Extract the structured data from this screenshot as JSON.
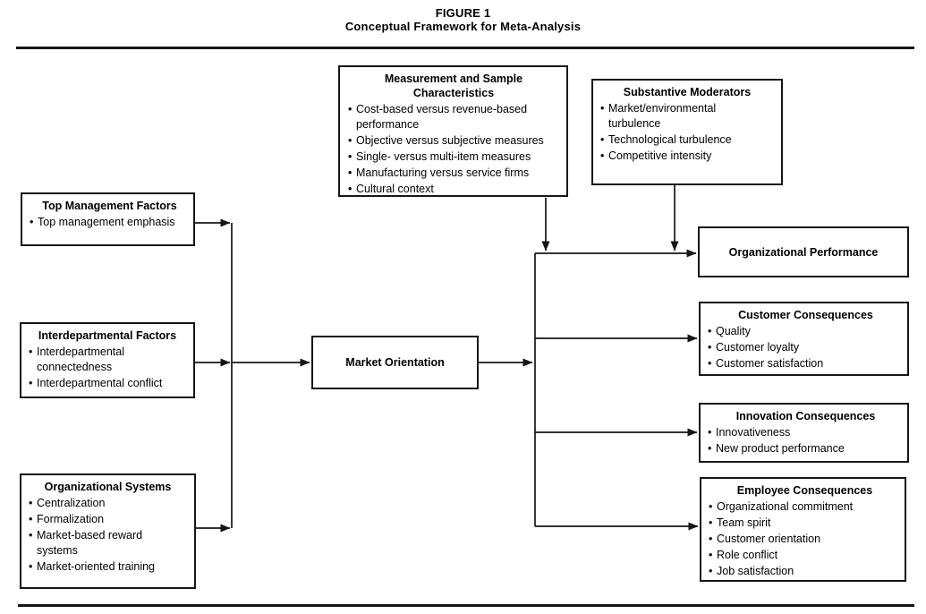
{
  "title": {
    "label": "FIGURE 1",
    "text": "Conceptual Framework for Meta-Analysis"
  },
  "boxes": {
    "measurement": {
      "title": "Measurement and Sample Characteristics",
      "items": [
        "Cost-based versus revenue-based performance",
        "Objective versus subjective measures",
        "Single- versus multi-item measures",
        "Manufacturing versus service firms",
        "Cultural context"
      ]
    },
    "substantive": {
      "title": "Substantive Moderators",
      "items": [
        "Market/environmental turbulence",
        "Technological turbulence",
        "Competitive intensity"
      ]
    },
    "top_management": {
      "title": "Top Management Factors",
      "items": [
        "Top management emphasis"
      ]
    },
    "interdepartmental": {
      "title": "Interdepartmental Factors",
      "items": [
        "Interdepartmental connectedness",
        "Interdepartmental conflict"
      ]
    },
    "org_systems": {
      "title": "Organizational Systems",
      "items": [
        "Centralization",
        "Formalization",
        "Market-based reward systems",
        "Market-oriented training"
      ]
    },
    "market_orientation": {
      "title": "Market Orientation"
    },
    "org_performance": {
      "title": "Organizational Performance"
    },
    "customer": {
      "title": "Customer Consequences",
      "items": [
        "Quality",
        "Customer loyalty",
        "Customer satisfaction"
      ]
    },
    "innovation": {
      "title": "Innovation Consequences",
      "items": [
        "Innovativeness",
        "New product performance"
      ]
    },
    "employee": {
      "title": "Employee Consequences",
      "items": [
        "Organizational commitment",
        "Team spirit",
        "Customer orientation",
        "Role conflict",
        "Job satisfaction"
      ]
    }
  },
  "colors": {
    "line": "#161616",
    "background": "#ffffff",
    "text": "#000000"
  }
}
